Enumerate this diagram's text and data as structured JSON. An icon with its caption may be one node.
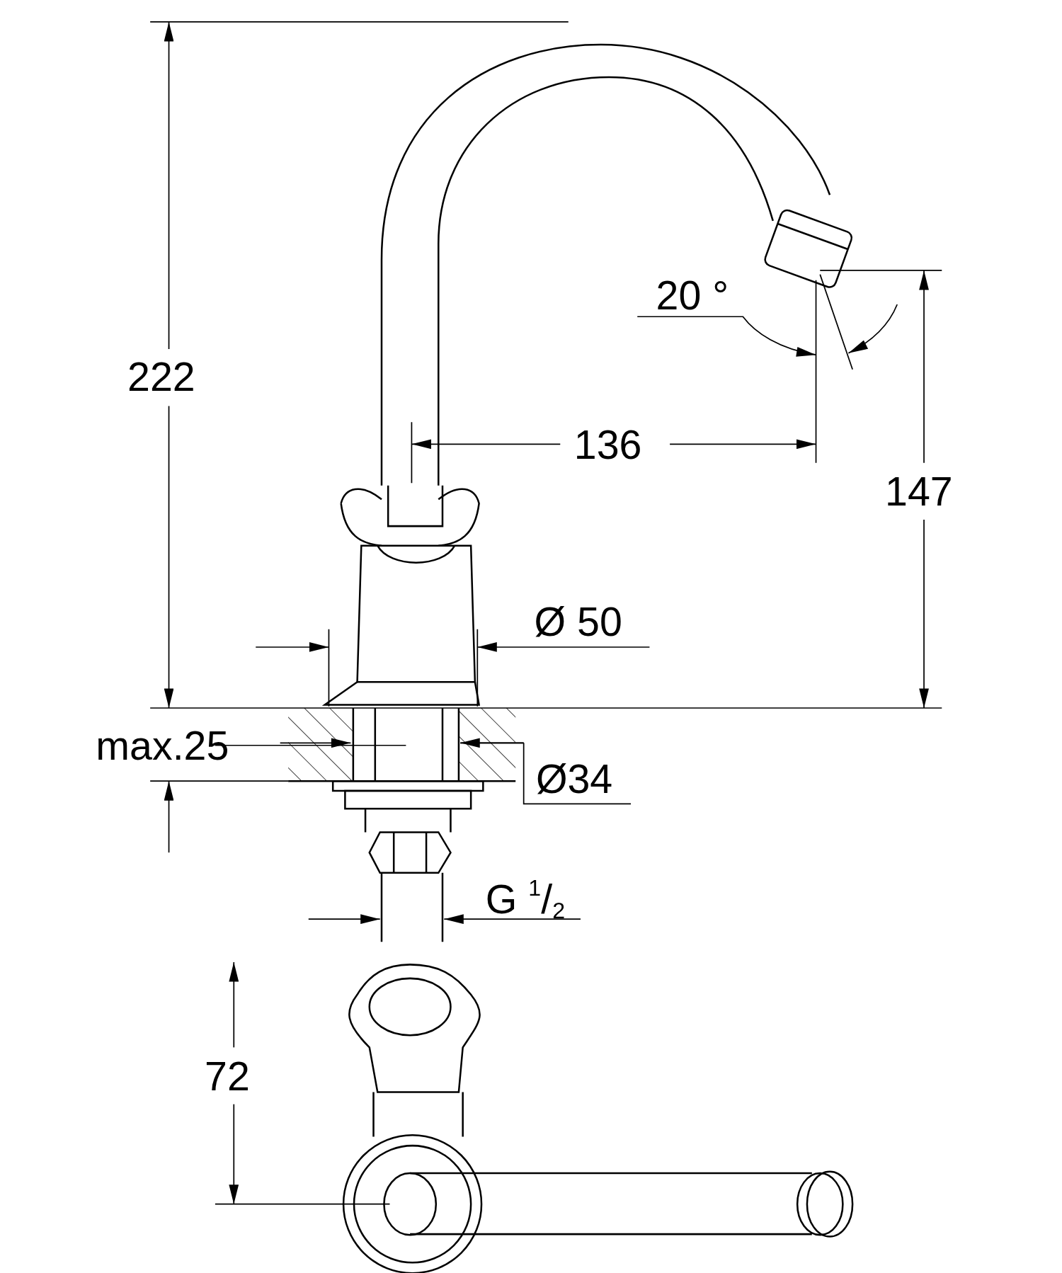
{
  "diagram": {
    "labels": [
      "222",
      "20 °",
      "136",
      "147",
      "Ø 50",
      "max.25",
      "Ø34",
      "G $^{1}$/$_{2}$",
      "72"
    ]
  }
}
